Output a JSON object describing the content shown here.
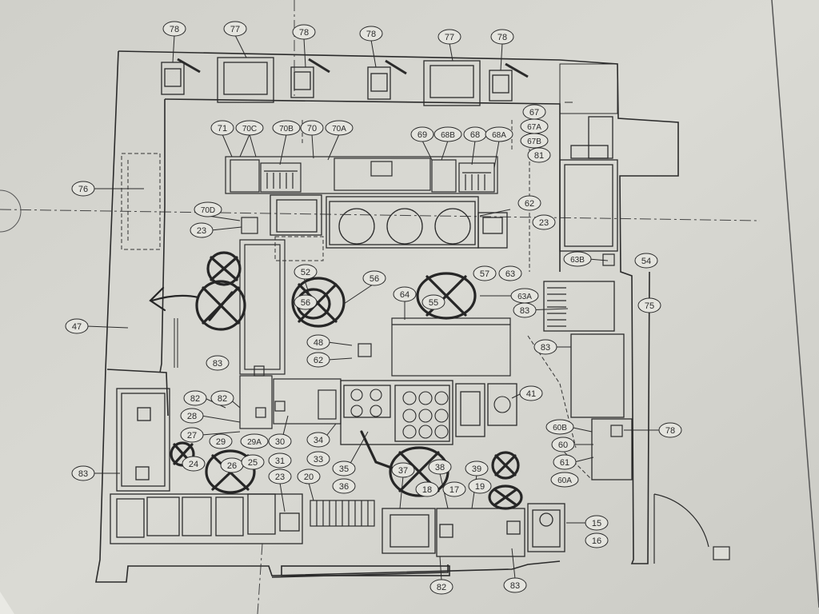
{
  "document": {
    "kind": "kitchen equipment floor plan",
    "tags": [
      "78",
      "77",
      "78",
      "78",
      "77",
      "78",
      "71",
      "70C",
      "70B",
      "70",
      "70A",
      "69",
      "68B",
      "68",
      "68A",
      "67",
      "67A",
      "67B",
      "81",
      "76",
      "70D",
      "23",
      "83",
      "62",
      "23",
      "63B",
      "54",
      "52",
      "56",
      "55",
      "56",
      "57",
      "63",
      "64",
      "63A",
      "83",
      "75",
      "47",
      "48",
      "62",
      "83",
      "41",
      "82",
      "82",
      "28",
      "27",
      "29",
      "29A",
      "30",
      "34",
      "83",
      "24",
      "26",
      "25",
      "31",
      "33",
      "35",
      "36",
      "37",
      "38",
      "39",
      "23",
      "20",
      "18",
      "17",
      "19",
      "60B",
      "60",
      "61",
      "60A",
      "78",
      "15",
      "16",
      "82",
      "83"
    ],
    "crossed_out_items": 9,
    "arrow_direction": "left",
    "colors": {
      "paper": "#dcdcd6",
      "ink": "#2b2b2b",
      "tag_fill": "#e4e4de",
      "marker": "#262626"
    }
  }
}
